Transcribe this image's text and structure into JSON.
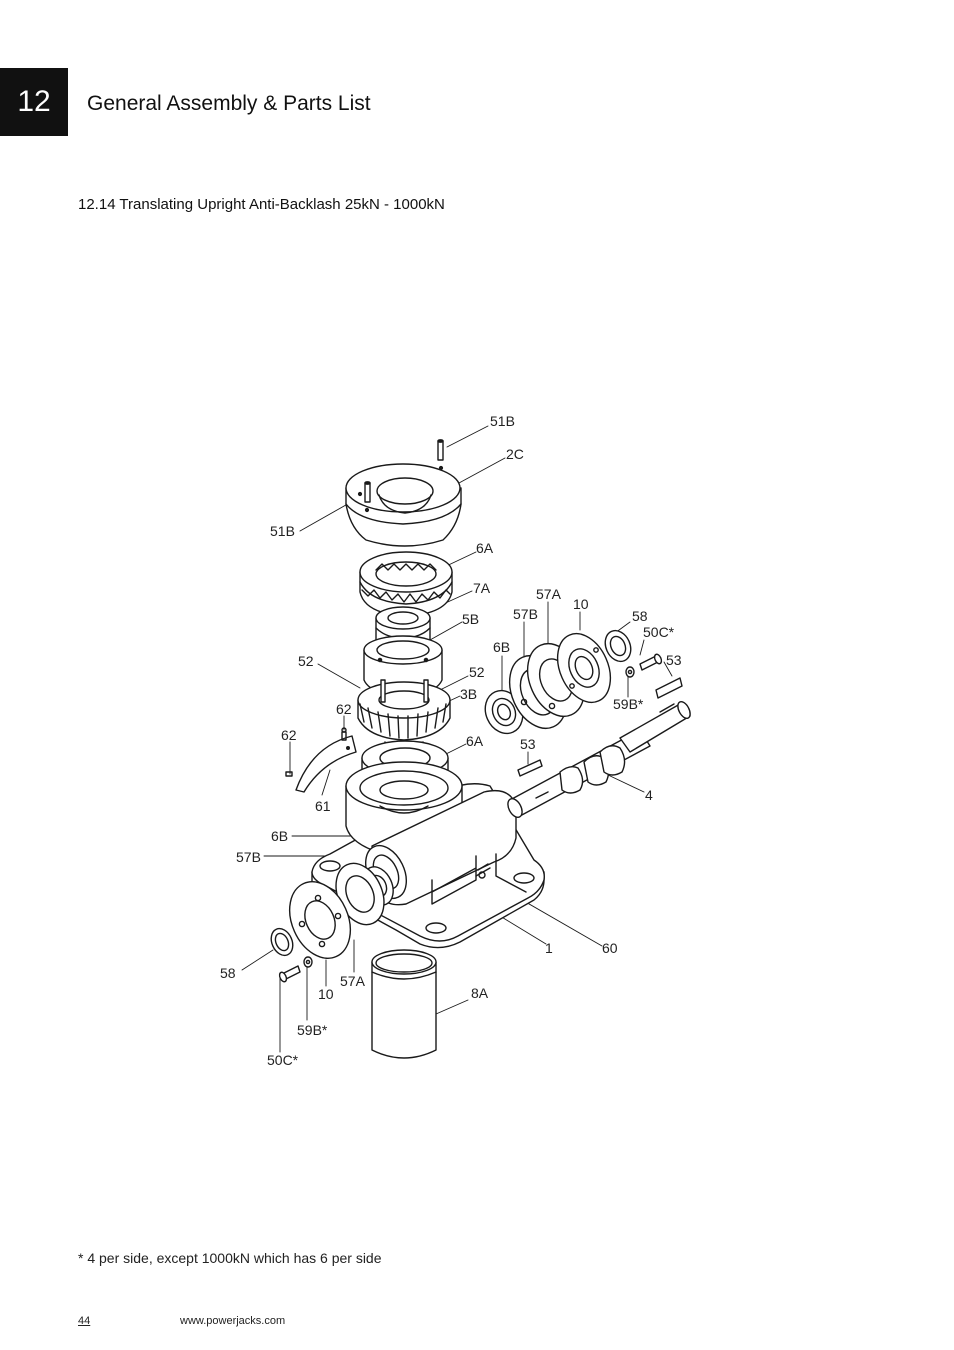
{
  "header": {
    "chapter_number": "12",
    "chapter_title": "General Assembly & Parts List"
  },
  "section": {
    "title": "12.14   Translating Upright Anti-Backlash 25kN - 1000kN"
  },
  "part_labels": {
    "p51B_top": "51B",
    "p2C": "2C",
    "p51B_left": "51B",
    "p6A_top": "6A",
    "p7A": "7A",
    "p5B": "5B",
    "p52_left": "52",
    "p52_right": "52",
    "p3B": "3B",
    "p62_a": "62",
    "p62_b": "62",
    "p6A_mid": "6A",
    "p61": "61",
    "p57A_top": "57A",
    "p57B_top": "57B",
    "p10_top": "10",
    "p58_top": "58",
    "p50C_top": "50C*",
    "p53_right": "53",
    "p6B_top": "6B",
    "p59B_top": "59B*",
    "p53_mid": "53",
    "p4": "4",
    "p6B_left": "6B",
    "p57B_left": "57B",
    "p1": "1",
    "p60": "60",
    "p58_left": "58",
    "p10_bottom": "10",
    "p57A_bottom": "57A",
    "p8A": "8A",
    "p59B_bottom": "59B*",
    "p50C_bottom": "50C*"
  },
  "footer": {
    "footnote": "* 4 per side, except 1000kN which has 6 per side",
    "page_number": "44",
    "website": "www.powerjacks.com"
  }
}
